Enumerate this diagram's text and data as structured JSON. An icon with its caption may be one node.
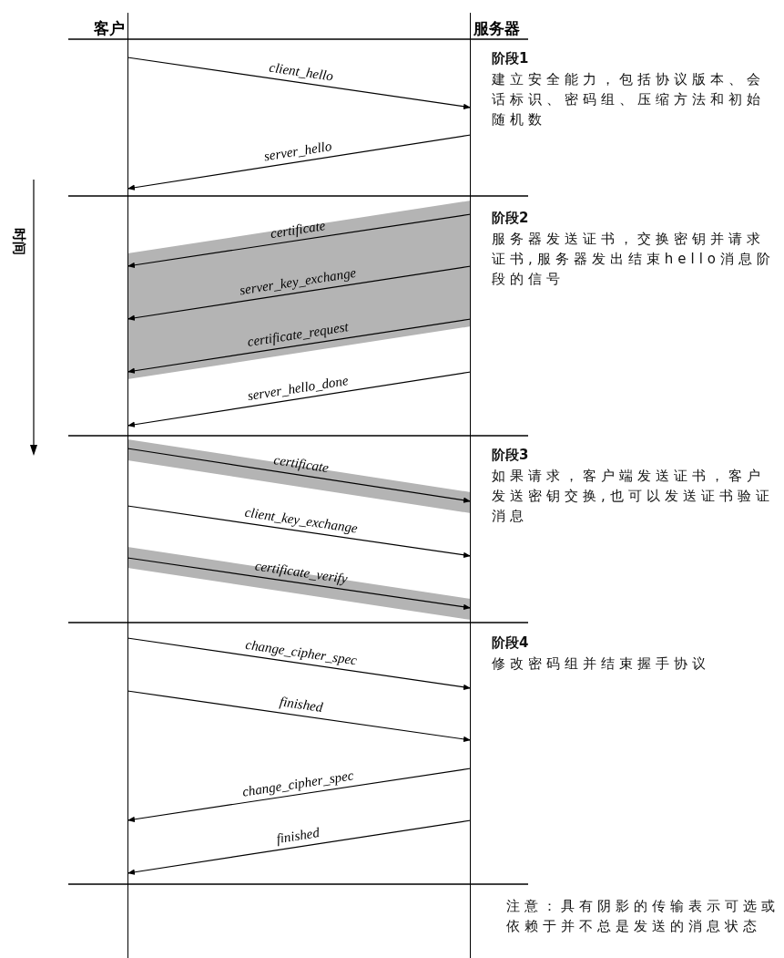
{
  "diagram": {
    "nodes": [
      {
        "text": [
          "客户"
        ]
      },
      {
        "text": [
          "服务器"
        ]
      }
    ],
    "edges": [
      {
        "from": 0,
        "to": 1,
        "arrow": "to",
        "label": "client_hello"
      },
      {
        "from": 1,
        "to": 0,
        "arrow": "to",
        "label": "server_hello"
      },
      {
        "from": 1,
        "to": 0,
        "arrow": "to",
        "label": "certificate"
      },
      {
        "from": 1,
        "to": 0,
        "arrow": "to",
        "label": "server_key_exchange"
      },
      {
        "from": 1,
        "to": 0,
        "arrow": "to",
        "label": "certificate_request"
      },
      {
        "from": 1,
        "to": 0,
        "arrow": "to",
        "label": "server_hello_done"
      },
      {
        "from": 0,
        "to": 1,
        "arrow": "to",
        "label": "certificate"
      },
      {
        "from": 0,
        "to": 1,
        "arrow": "to",
        "label": "client_key_exchange"
      },
      {
        "from": 0,
        "to": 1,
        "arrow": "to",
        "label": "certificate_verify"
      },
      {
        "from": 0,
        "to": 1,
        "arrow": "to",
        "label": "change_cipher_spec"
      },
      {
        "from": 0,
        "to": 1,
        "arrow": "to",
        "label": "finished"
      },
      {
        "from": 1,
        "to": 0,
        "arrow": "to",
        "label": "change_cipher_spec"
      },
      {
        "from": 1,
        "to": 0,
        "arrow": "to",
        "label": "finished"
      }
    ],
    "labels": [
      "阶段1",
      "建立安全能力，包括协议版本、会话标识、密码组、压缩方法和初始随机数",
      "时间",
      "阶段2",
      "服务器发送证书，交换密钥并请求证书,服务器发出结束hello消息阶段的信号",
      "阶段3",
      "如果请求，客户端发送证书，客户发送密钥交换,也可以发送证书验证消息",
      "阶段4",
      "修改密码组并结束握手协议",
      "注意：具有阴影的传输表示可选或依赖于并不总是发送的消息状态"
    ]
  }
}
